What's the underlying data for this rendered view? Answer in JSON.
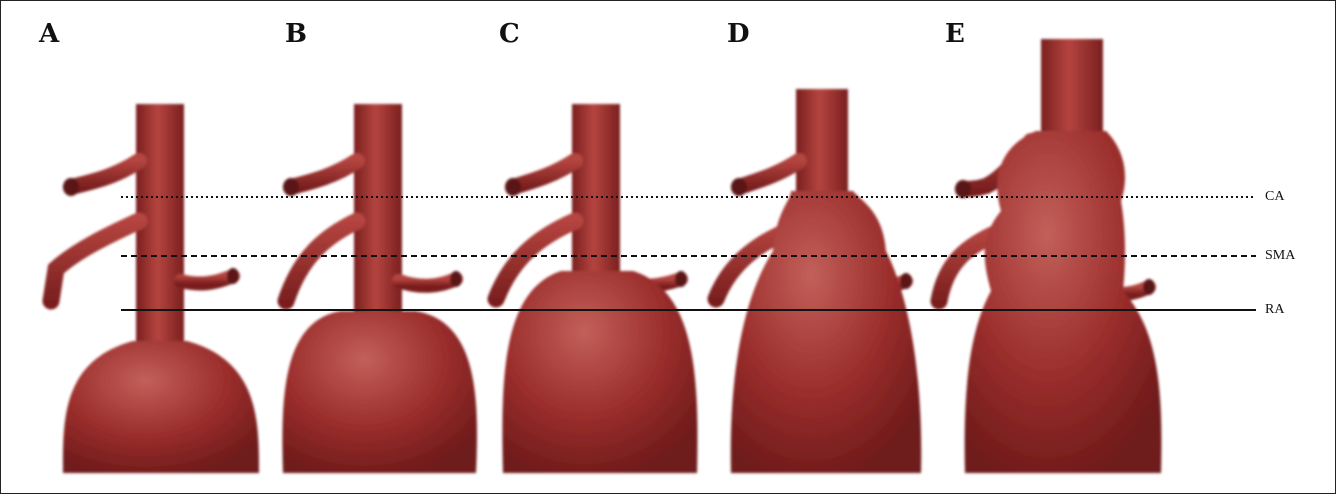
{
  "figure": {
    "panels": [
      {
        "label": "A"
      },
      {
        "label": "B"
      },
      {
        "label": "C"
      },
      {
        "label": "D"
      },
      {
        "label": "E"
      }
    ],
    "levels": [
      {
        "label": "CA",
        "line_style": "dotted"
      },
      {
        "label": "SMA",
        "line_style": "dashed"
      },
      {
        "label": "RA",
        "line_style": "solid"
      }
    ],
    "colors": {
      "vessel": "#9b2e2c",
      "vessel_dark": "#6e1a1a",
      "vessel_light": "#c2605a",
      "line": "#111111"
    }
  }
}
